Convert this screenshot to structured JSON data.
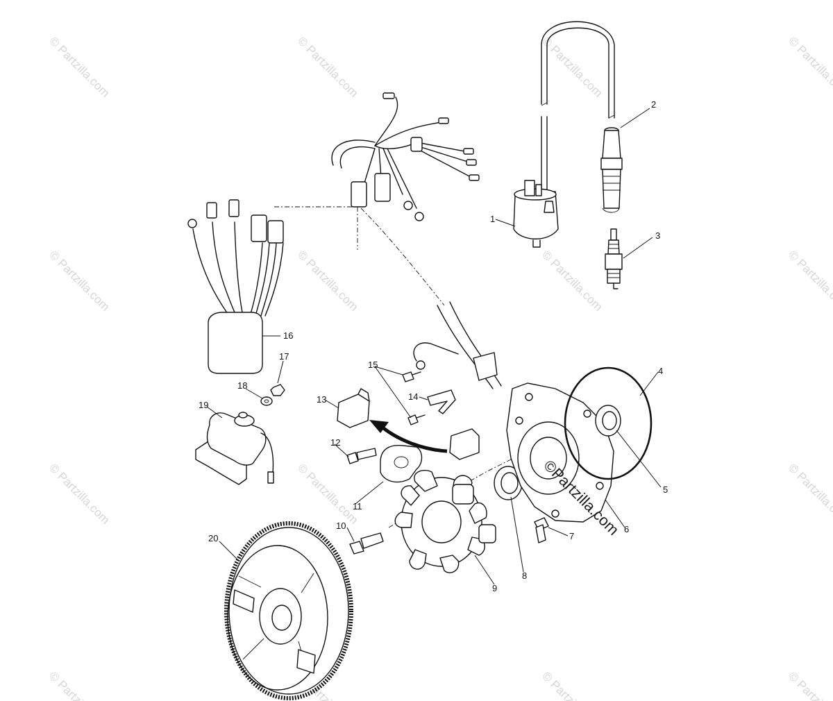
{
  "watermark": {
    "text": "© Partzilla.com",
    "center_text": "©Partzilla.com"
  },
  "callouts": [
    "1",
    "2",
    "3",
    "4",
    "5",
    "6",
    "7",
    "8",
    "9",
    "10",
    "11",
    "12",
    "13",
    "14",
    "15",
    "16",
    "17",
    "18",
    "19",
    "20"
  ]
}
